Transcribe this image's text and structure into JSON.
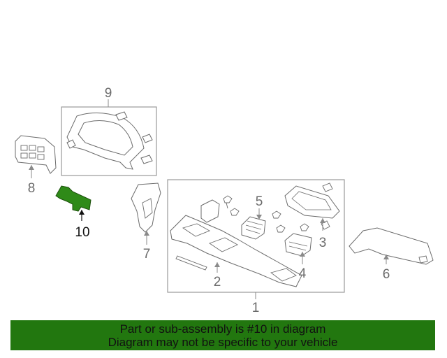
{
  "diagram": {
    "callouts": {
      "c1": "1",
      "c2": "2",
      "c3": "3",
      "c4": "4",
      "c5": "5",
      "c6": "6",
      "c7": "7",
      "c8": "8",
      "c9": "9",
      "c10": "10"
    },
    "highlighted_part": "10",
    "highlight_color": "#2f8a18",
    "line_color": "#8a8a8a"
  },
  "banner": {
    "line1": "Part or sub-assembly is #10 in diagram",
    "line2": "Diagram may not be specific to your vehicle",
    "background": "#22770f"
  }
}
